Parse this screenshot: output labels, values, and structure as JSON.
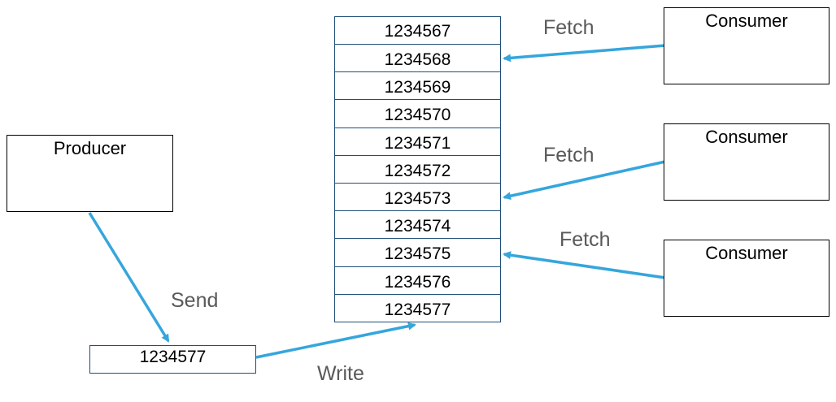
{
  "producer": {
    "label": "Producer"
  },
  "consumers": [
    {
      "label": "Consumer"
    },
    {
      "label": "Consumer"
    },
    {
      "label": "Consumer"
    }
  ],
  "log_entries": [
    "1234567",
    "1234568",
    "1234569",
    "1234570",
    "1234571",
    "1234572",
    "1234573",
    "1234574",
    "1234575",
    "1234576",
    "1234577"
  ],
  "message": {
    "value": "1234577"
  },
  "edge_labels": {
    "send": "Send",
    "write": "Write",
    "fetch_1": "Fetch",
    "fetch_2": "Fetch",
    "fetch_3": "Fetch"
  },
  "colors": {
    "arrow": "#35a6dc",
    "log_border": "#1f4e79",
    "box_border": "#000000",
    "label_text": "#595959"
  }
}
